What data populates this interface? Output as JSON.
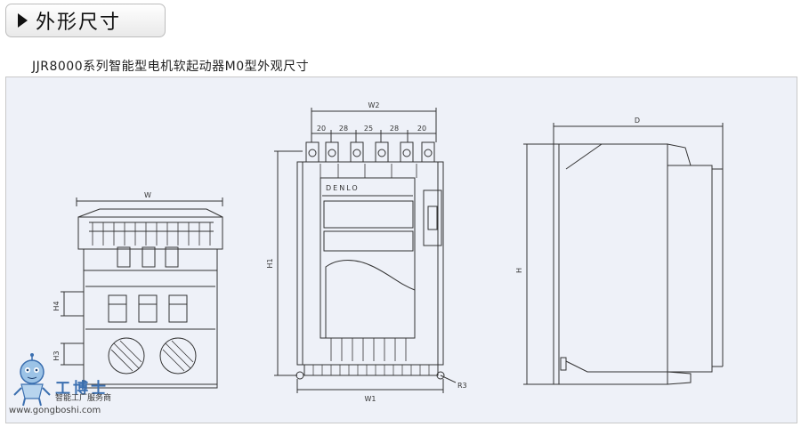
{
  "header": {
    "title": "外形尺寸"
  },
  "subtitle": "JJR8000系列智能型电机软起动器M0型外观尺寸",
  "front_view": {
    "dim_width": "W",
    "dim_h4": "H4",
    "dim_h3": "H3"
  },
  "middle_view": {
    "dim_w2": "W2",
    "terminal_pitches": [
      "20",
      "28",
      "25",
      "28",
      "20"
    ],
    "dim_h1": "H1",
    "dim_w1": "W1",
    "dim_r3": "R3",
    "brand": "DENLO"
  },
  "side_view": {
    "dim_depth": "D",
    "dim_height": "H"
  },
  "watermark": {
    "name": "工博士",
    "slogan": "智能工厂服务商",
    "url": "www.gongboshi.com"
  },
  "colors": {
    "panel_bg": "#eef1f8",
    "line": "#333333",
    "watermark_blue": "#3b6fb0"
  }
}
